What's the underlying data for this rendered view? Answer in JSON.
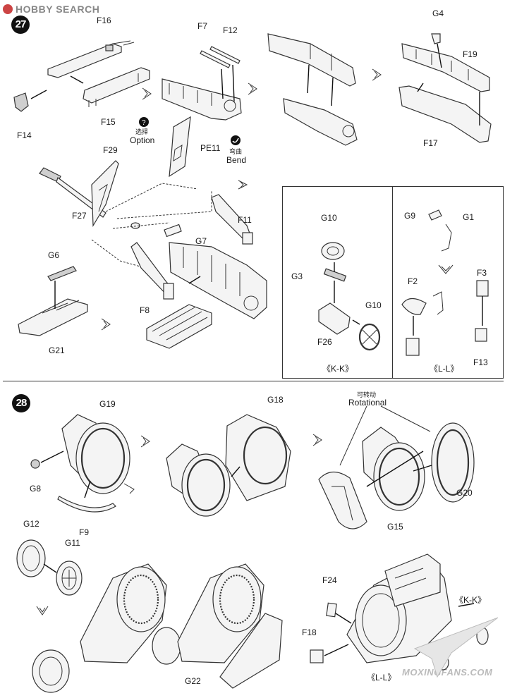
{
  "watermark": {
    "top_left": "HOBBY SEARCH",
    "bottom_right": "MOXINGFANS.COM"
  },
  "step27": {
    "number": "27",
    "labels": {
      "F16": "F16",
      "F14": "F14",
      "F15": "F15",
      "F7": "F7",
      "F12": "F12",
      "G4": "G4",
      "F19": "F19",
      "F17": "F17",
      "option_cn": "选择",
      "option_en": "Option",
      "F29": "F29",
      "PE11": "PE11",
      "bend_cn": "弯曲",
      "bend_en": "Bend",
      "F27": "F27",
      "G7": "G7",
      "F11": "F11",
      "G6": "G6",
      "F8": "F8",
      "G21": "G21"
    },
    "kk_box": {
      "G10a": "G10",
      "G3": "G3",
      "G10b": "G10",
      "F26": "F26",
      "caption": "《K-K》"
    },
    "ll_box": {
      "G9": "G9",
      "G1": "G1",
      "F2": "F2",
      "F3": "F3",
      "F13": "F13",
      "caption": "《L-L》"
    }
  },
  "step28": {
    "number": "28",
    "labels": {
      "G19": "G19",
      "G8": "G8",
      "F9": "F9",
      "G18": "G18",
      "rotational_cn": "可转动",
      "rotational_en": "Rotational",
      "G20": "G20",
      "G15": "G15",
      "G12": "G12",
      "G11": "G11",
      "G22": "G22",
      "F24": "F24",
      "F18": "F18",
      "KK": "《K-K》",
      "LL": "《L-L》"
    }
  },
  "icons": {
    "option": "question-icon",
    "bend": "bend-icon"
  }
}
